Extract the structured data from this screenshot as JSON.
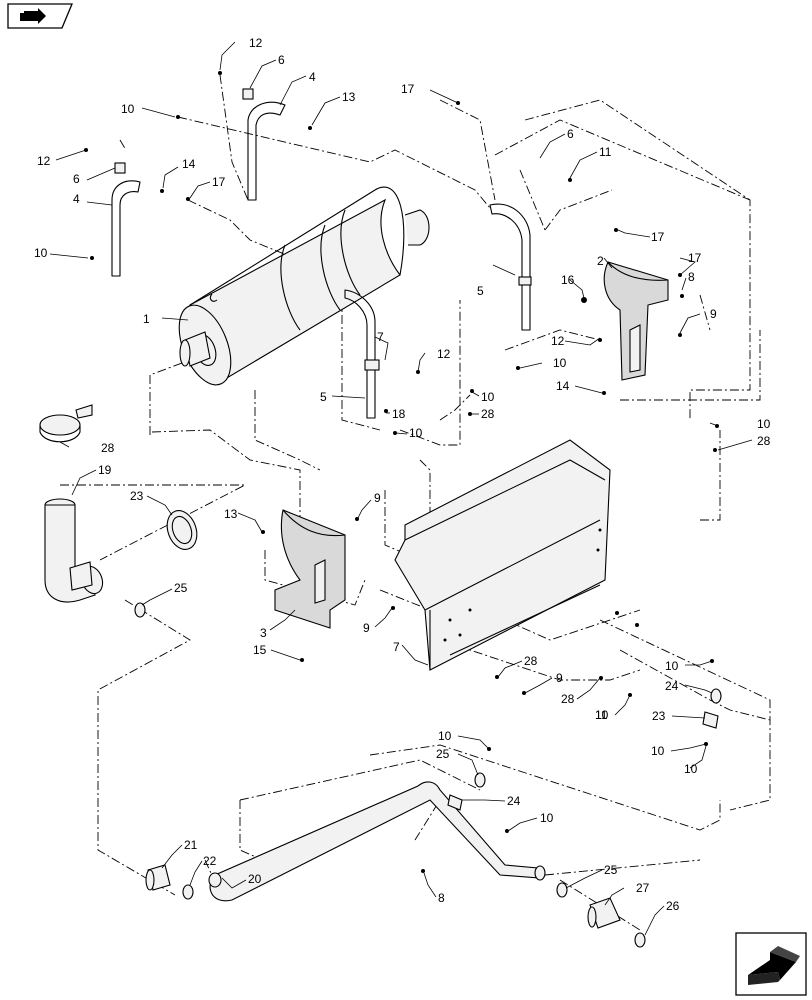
{
  "nav": {
    "back_icon": "back-arrow-icon",
    "next_icon": "next-page-arrow-icon"
  },
  "callouts": [
    "1",
    "2",
    "3",
    "4",
    "4",
    "5",
    "5",
    "6",
    "6",
    "6",
    "7",
    "7",
    "8",
    "8",
    "9",
    "9",
    "9",
    "9",
    "10",
    "10",
    "10",
    "10",
    "10",
    "10",
    "10",
    "10",
    "10",
    "10",
    "10",
    "10",
    "11",
    "11",
    "12",
    "12",
    "12",
    "12",
    "13",
    "13",
    "14",
    "14",
    "15",
    "16",
    "17",
    "17",
    "17",
    "17",
    "18",
    "19",
    "20",
    "21",
    "22",
    "23",
    "23",
    "24",
    "24",
    "25",
    "25",
    "25",
    "26",
    "27",
    "28",
    "28",
    "28",
    "28"
  ]
}
